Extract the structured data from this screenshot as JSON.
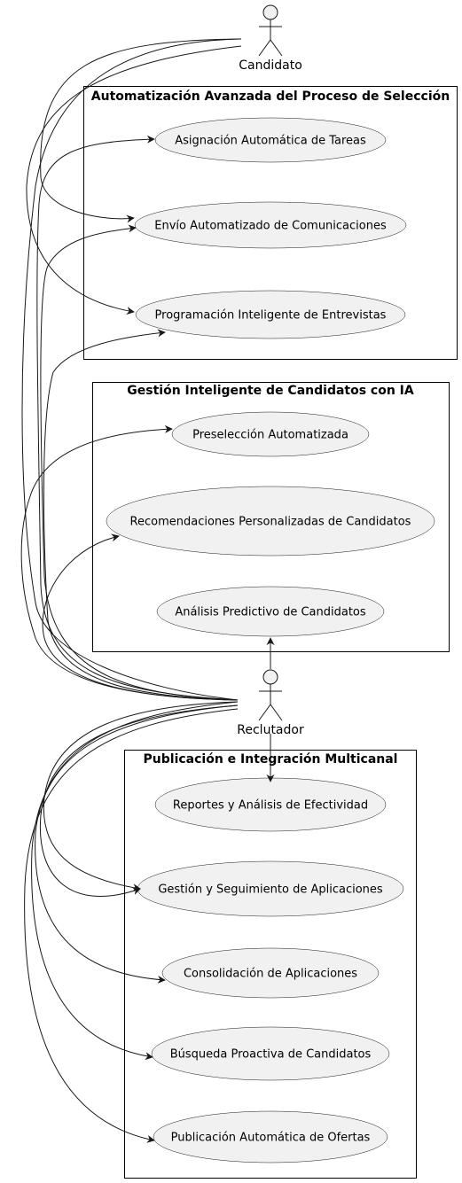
{
  "actors": {
    "candidato": "Candidato",
    "reclutador": "Reclutador"
  },
  "packages": {
    "automatizacion": {
      "title": "Automatización Avanzada del Proceso de Selección",
      "use_cases": {
        "asignacion": "Asignación Automática de Tareas",
        "envio": "Envío Automatizado de Comunicaciones",
        "programacion": "Programación Inteligente de Entrevistas"
      }
    },
    "gestion_ia": {
      "title": "Gestión Inteligente de Candidatos con IA",
      "use_cases": {
        "preseleccion": "Preselección Automatizada",
        "recomendaciones": "Recomendaciones Personalizadas de Candidatos",
        "analisis": "Análisis Predictivo de Candidatos"
      }
    },
    "publicacion": {
      "title": "Publicación e Integración Multicanal",
      "use_cases": {
        "reportes": "Reportes y Análisis de Efectividad",
        "seguimiento": "Gestión y Seguimiento de Aplicaciones",
        "consolidacion": "Consolidación de Aplicaciones",
        "busqueda": "Búsqueda Proactiva de Candidatos",
        "publicacion_ofertas": "Publicación Automática de Ofertas"
      }
    }
  },
  "colors": {
    "use_case_fill": "#f1f1f1",
    "line": "#181818"
  }
}
